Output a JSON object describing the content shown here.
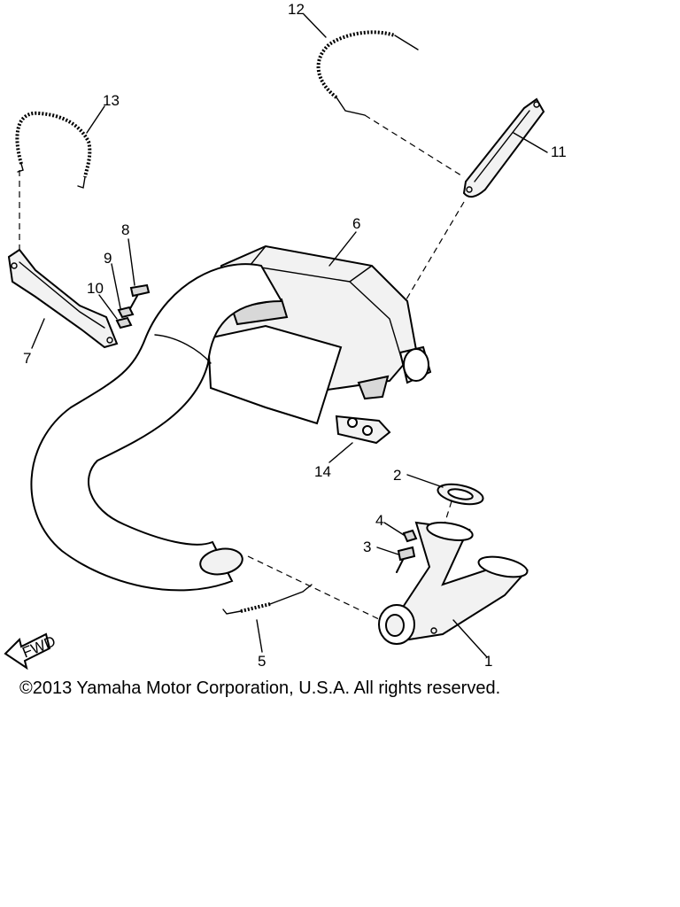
{
  "labels": {
    "p1": "1",
    "p2": "2",
    "p3": "3",
    "p4": "4",
    "p5": "5",
    "p6": "6",
    "p7": "7",
    "p8": "8",
    "p9": "9",
    "p10": "10",
    "p11": "11",
    "p12": "12",
    "p13": "13",
    "p14": "14"
  },
  "fwd_label": "FWD",
  "copyright": "©2013 Yamaha Motor Corporation, U.S.A. All rights reserved."
}
